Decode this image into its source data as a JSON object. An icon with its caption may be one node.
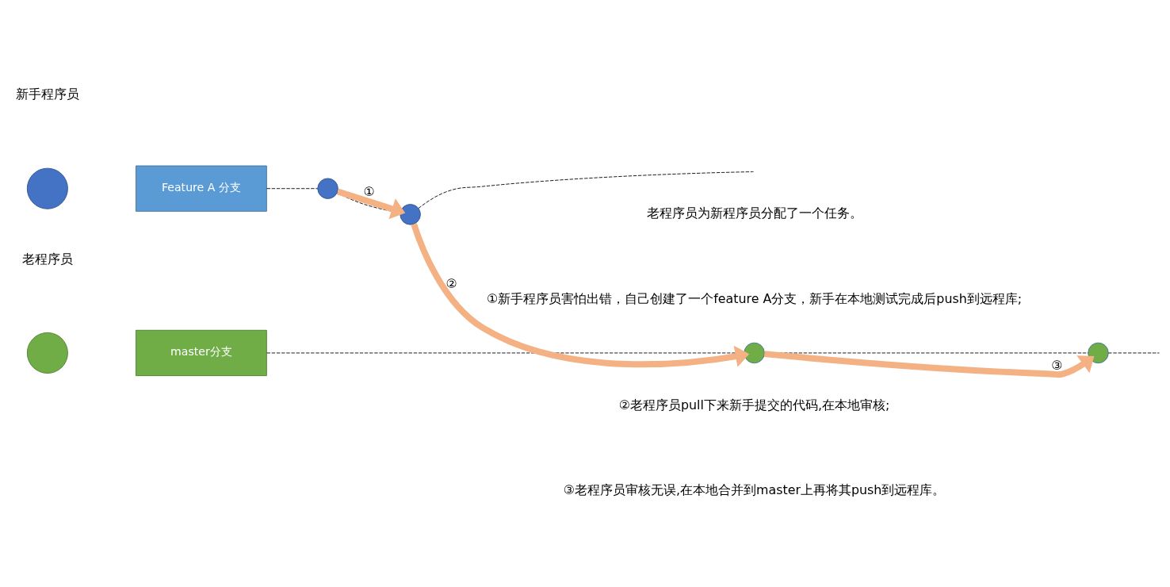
{
  "diagram": {
    "nodes": [
      {
        "text": [],
        "shape": "circle"
      },
      {
        "text": [
          "master分支"
        ]
      },
      {
        "text": [],
        "shape": "circle"
      },
      {
        "text": [],
        "shape": "circle"
      },
      {
        "text": [],
        "shape": "circle"
      },
      {
        "text": [
          "Feature A 分支"
        ]
      },
      {
        "text": [],
        "shape": "circle"
      },
      {
        "text": [],
        "shape": "circle"
      }
    ],
    "edges": [
      {
        "from": 1,
        "to": 2,
        "arrow": "none",
        "style": "dashed"
      },
      {
        "from": 2,
        "to": 3,
        "arrow": "none",
        "style": "dashed"
      },
      {
        "from": 3,
        "to": null,
        "arrow": "none",
        "style": "dashed"
      },
      {
        "from": 5,
        "to": 6,
        "arrow": "none",
        "style": "dashed"
      },
      {
        "from": 6,
        "to": 7,
        "arrow": "none",
        "style": "dashed"
      },
      {
        "from": 7,
        "to": null,
        "arrow": "none",
        "style": "dashed"
      },
      {
        "from": 6,
        "to": 7,
        "arrow": "to",
        "style": "thick",
        "color": "#f4b183",
        "label": "①"
      },
      {
        "from": 7,
        "to": 2,
        "arrow": "to",
        "style": "thick",
        "color": "#f4b183",
        "label": "②"
      },
      {
        "from": 2,
        "to": 3,
        "arrow": "to",
        "style": "thick",
        "color": "#f4b183",
        "label": "③"
      }
    ],
    "labels": [
      "老程序员",
      "新手程序员",
      "老程序员为新程序员分配了一个任务。",
      "①新手程序员害怕出错，自己创建了一个feature A分支，新手在本地测试完成后push到远程库;",
      "②老程序员pull下来新手提交的代码,在本地审核;",
      "③老程序员审核无误,在本地合并到master上再将其push到远程库。"
    ]
  }
}
